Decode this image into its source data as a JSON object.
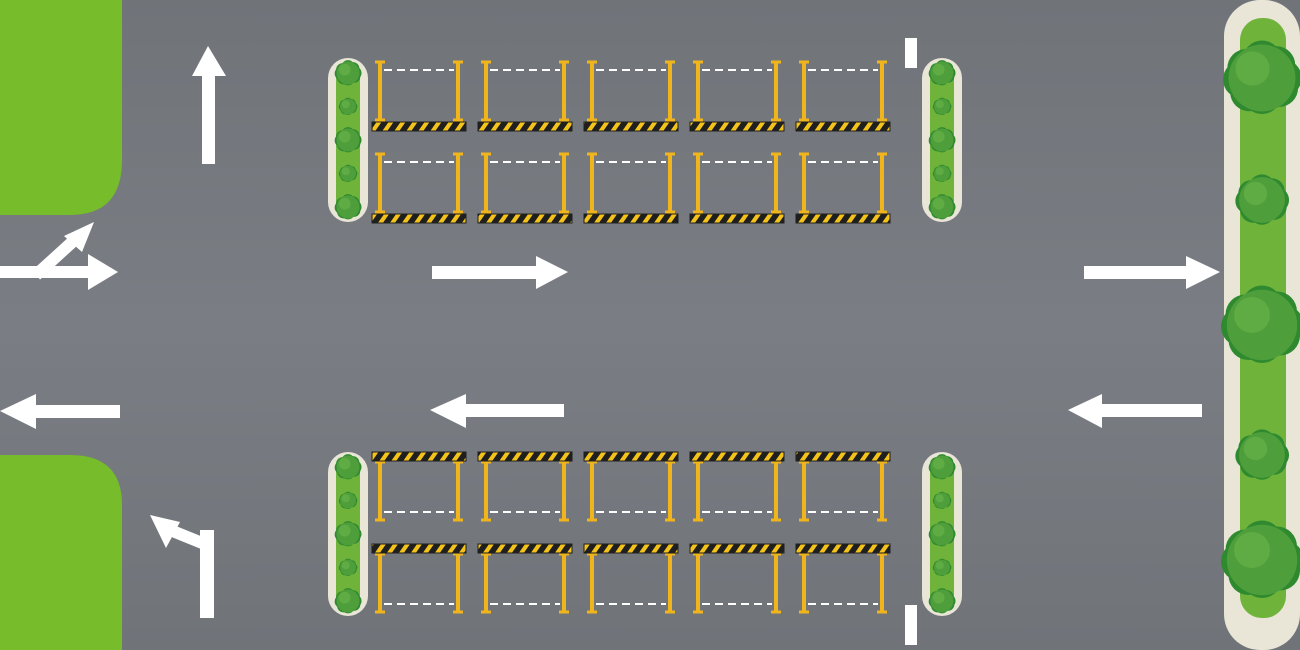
{
  "scene": {
    "name": "parking-lot-road-map",
    "colors": {
      "road": "#707479",
      "road_light": "#7a7e84",
      "grass": "#76bc2b",
      "grass_dark": "#5fa324",
      "median_border": "#e9e6d8",
      "median_strip": "#6fb33a",
      "bush": "#4f9e3c",
      "bush_dark": "#2f8a2f",
      "bush_light": "#6ab44a",
      "post": "#f0b41c",
      "stopper_black": "#1f1f1f",
      "stopper_yellow": "#f3c21b",
      "marking": "#ffffff"
    },
    "parking_lots": [
      {
        "id": "north-lot",
        "rows": 2,
        "spaces_per_row": 5,
        "stoppers": "bottom"
      },
      {
        "id": "south-lot",
        "rows": 2,
        "spaces_per_row": 5,
        "stoppers": "top"
      }
    ],
    "road_arrows": [
      {
        "id": "arrow-north-left-lane",
        "icon": "arrow-up-icon"
      },
      {
        "id": "arrow-straight-right-combo",
        "icon": "arrow-straight-or-right-icon"
      },
      {
        "id": "arrow-east-center",
        "icon": "arrow-right-icon"
      },
      {
        "id": "arrow-east-right",
        "icon": "arrow-right-icon"
      },
      {
        "id": "arrow-west-left",
        "icon": "arrow-left-icon"
      },
      {
        "id": "arrow-west-center",
        "icon": "arrow-left-icon"
      },
      {
        "id": "arrow-west-right",
        "icon": "arrow-left-icon"
      },
      {
        "id": "arrow-turn-left-combo",
        "icon": "arrow-straight-or-left-icon"
      }
    ],
    "vegetation": {
      "grass_corners": [
        "grass-top-left",
        "grass-bottom-left"
      ],
      "right_median_bushes": 5
    }
  }
}
